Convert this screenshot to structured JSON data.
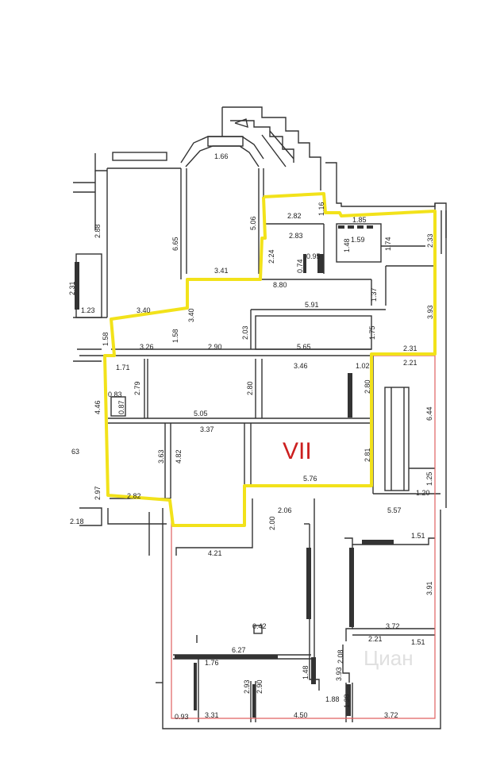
{
  "plan": {
    "section_label": "VII",
    "watermark": "Циан",
    "colors": {
      "section_outline": "#f2e21a",
      "section_label": "#cc1f1f",
      "red_boundary": "#e06060",
      "walls": "#333333"
    },
    "dimensions": [
      "1.66",
      "2.88",
      "6.65",
      "5.06",
      "2.82",
      "1.16",
      "1.85",
      "2.83",
      "1.59",
      "1.48",
      "1.74",
      "2.33",
      "2.24",
      "0.95",
      "0.74",
      "3.41",
      "8.80",
      "2.31",
      "1.23",
      "3.40",
      "1.37",
      "5.91",
      "3.93",
      "3.40",
      "2.03",
      "1.75",
      "1.58",
      "1.58",
      "3.26",
      "2.90",
      "5.65",
      "2.31",
      "1.71",
      "3.46",
      "1.02",
      "2.21",
      "2.79",
      "2.80",
      "2.80",
      "0.83",
      "4.46",
      "0.87",
      "5.05",
      "6.44",
      "3.37",
      "3.63",
      "4.82",
      "2.81",
      "63",
      "5.76",
      "1.25",
      "2.97",
      "2.82",
      "1.20",
      "2.18",
      "2.06",
      "2.00",
      "5.57",
      "1.51",
      "4.21",
      "3.91",
      "0.42",
      "3.72",
      "2.21",
      "1.51",
      "6.27",
      "2.08",
      "1.76",
      "2.93",
      "2.90",
      "1.48",
      "3.93",
      "1.88",
      "0.93",
      "3.31",
      "4.50",
      "1.38",
      "3.72"
    ]
  }
}
